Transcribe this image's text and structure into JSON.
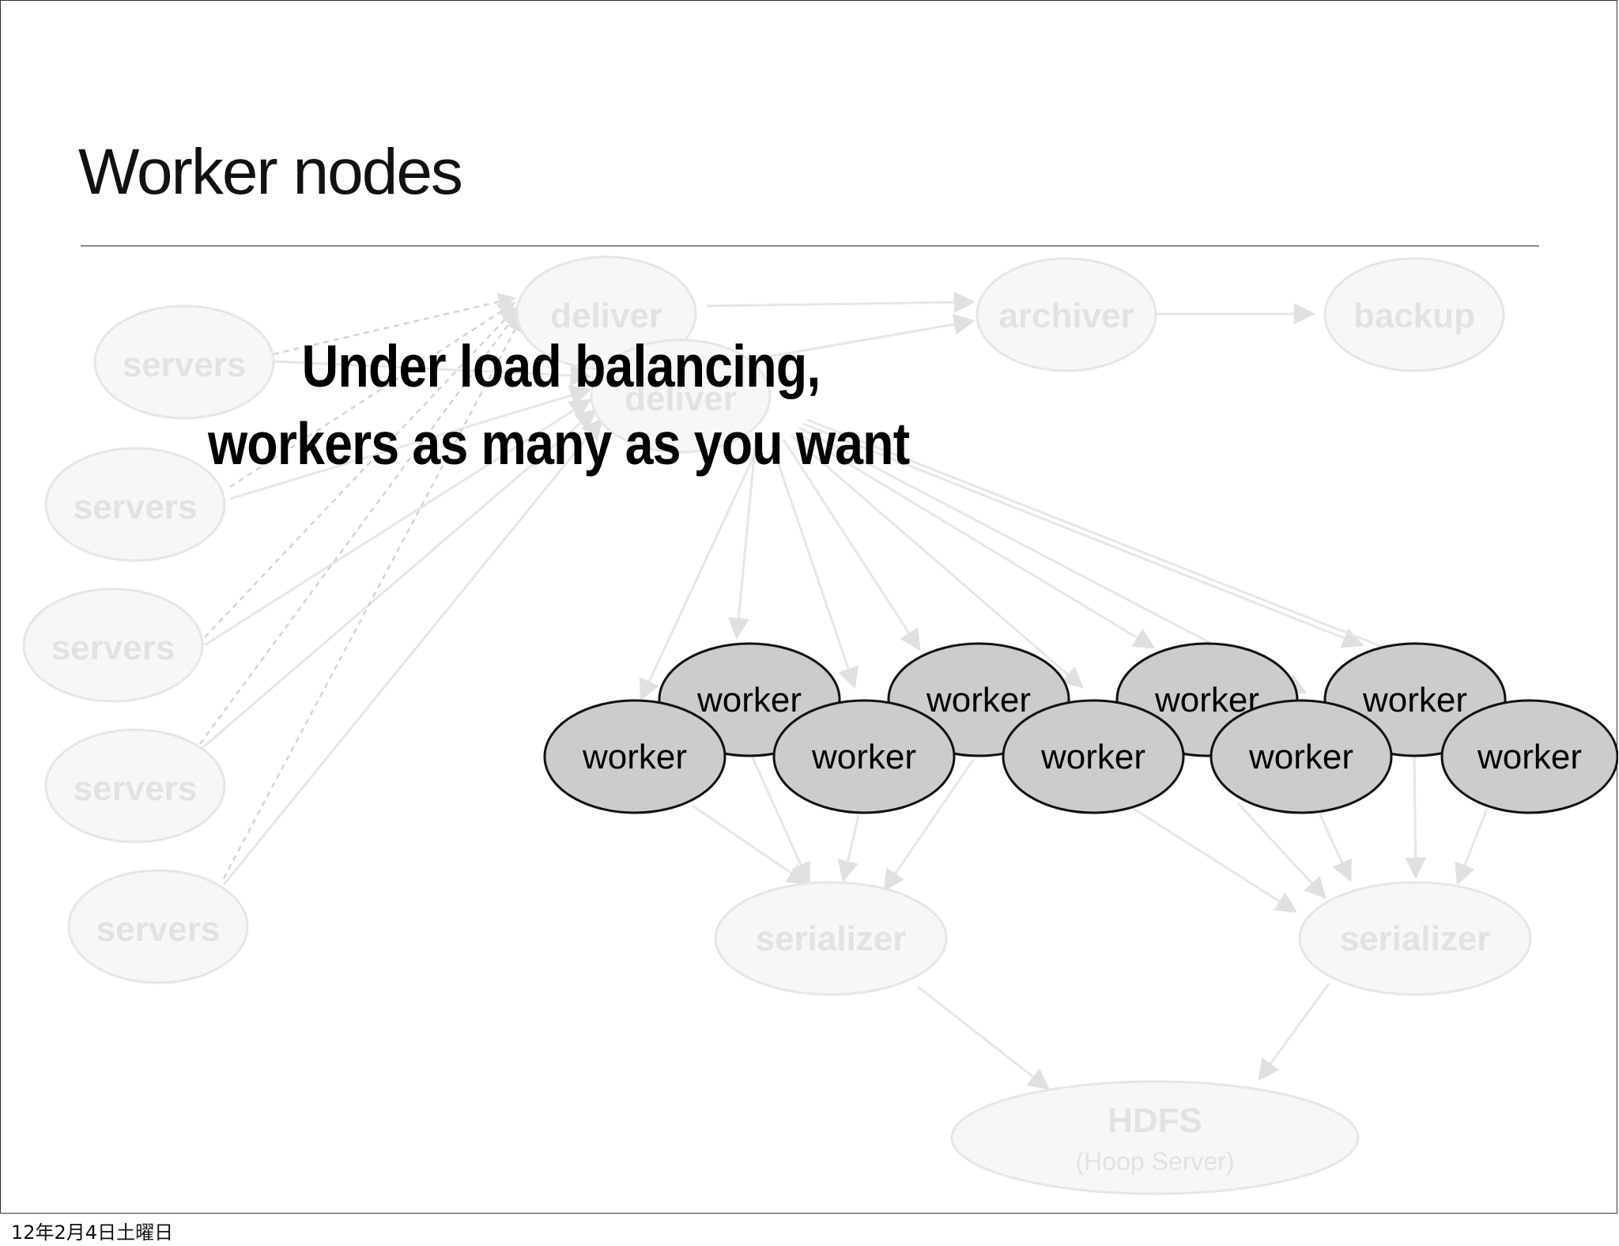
{
  "slide": {
    "title": "Worker nodes",
    "date_footer": "12年2月4日土曜日"
  },
  "headline": {
    "line1": "Under load balancing,",
    "line2": "workers as many as you want"
  },
  "labels": {
    "servers": "servers",
    "deliver": "deliver",
    "archiver": "archiver",
    "backup": "backup",
    "worker": "worker",
    "serializer": "serializer",
    "hdfs": "HDFS",
    "hdfs_sub": "(Hoop Server)"
  },
  "colors": {
    "faded_fill": "#f7f7f7",
    "faded_stroke": "#e6e6e6",
    "faded_text": "#e2e2e2",
    "worker_fill": "#cccccc",
    "worker_stroke": "#111111",
    "worker_text": "#000000",
    "edge": "#e4e4e4"
  }
}
